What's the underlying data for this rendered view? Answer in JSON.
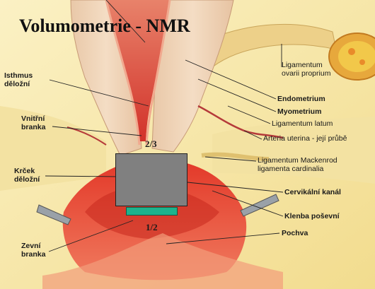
{
  "title": "Volumometrie - NMR",
  "labels": {
    "isthmus": "Isthmus",
    "isthmus2": "děložní",
    "vnitrni": "Vnitřní",
    "vnitrni2": "branka",
    "krcek": "Krček",
    "krcek2": "děložní",
    "zevni": "Zevní",
    "zevni2": "branka",
    "ligovarii": "Ligamentum",
    "ligovarii2": "ovarii proprium",
    "endometrium": "Endometrium",
    "myometrium": "Myometrium",
    "liglatum": "Ligamentum latum",
    "arteria": "Arteria uterina - její průbě",
    "ligmack": "Ligamentum Mackenrod",
    "ligmack2": "ligamenta cardinalia",
    "cervikalni": "Cervikální kanál",
    "klenba": "Klenba poševní",
    "pochva": "Pochva"
  },
  "fractions": {
    "upper": "2/3",
    "lower": "1/2"
  },
  "colors": {
    "overlay_box": "#808080",
    "overlay_bar": "#1db38d"
  }
}
